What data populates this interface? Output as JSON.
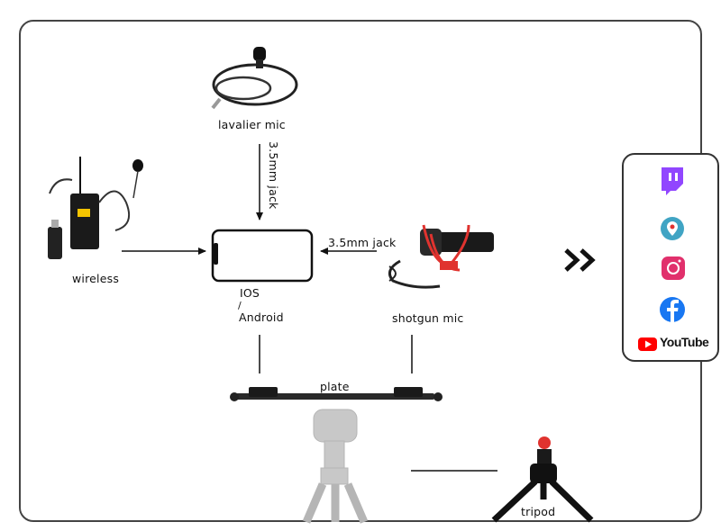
{
  "labels": {
    "lavalier": "lavalier mic",
    "jack_vertical": "3.5mm jack",
    "jack_horizontal": "3.5mm jack",
    "wireless": "wireless",
    "ios": "IOS",
    "slash": "/",
    "android": "Android",
    "shotgun": "shotgun mic",
    "plate": "plate",
    "tripod": "tripod"
  },
  "platforms": {
    "youtube": "YouTube",
    "items": [
      "twitch",
      "periscope",
      "instagram",
      "facebook",
      "youtube"
    ]
  },
  "colors": {
    "twitch": "#9146ff",
    "periscope": "#40a4c4",
    "instagram": "#e1306c",
    "facebook": "#1877f2",
    "youtube": "#ff0000",
    "shotgun_red": "#e0332f"
  }
}
